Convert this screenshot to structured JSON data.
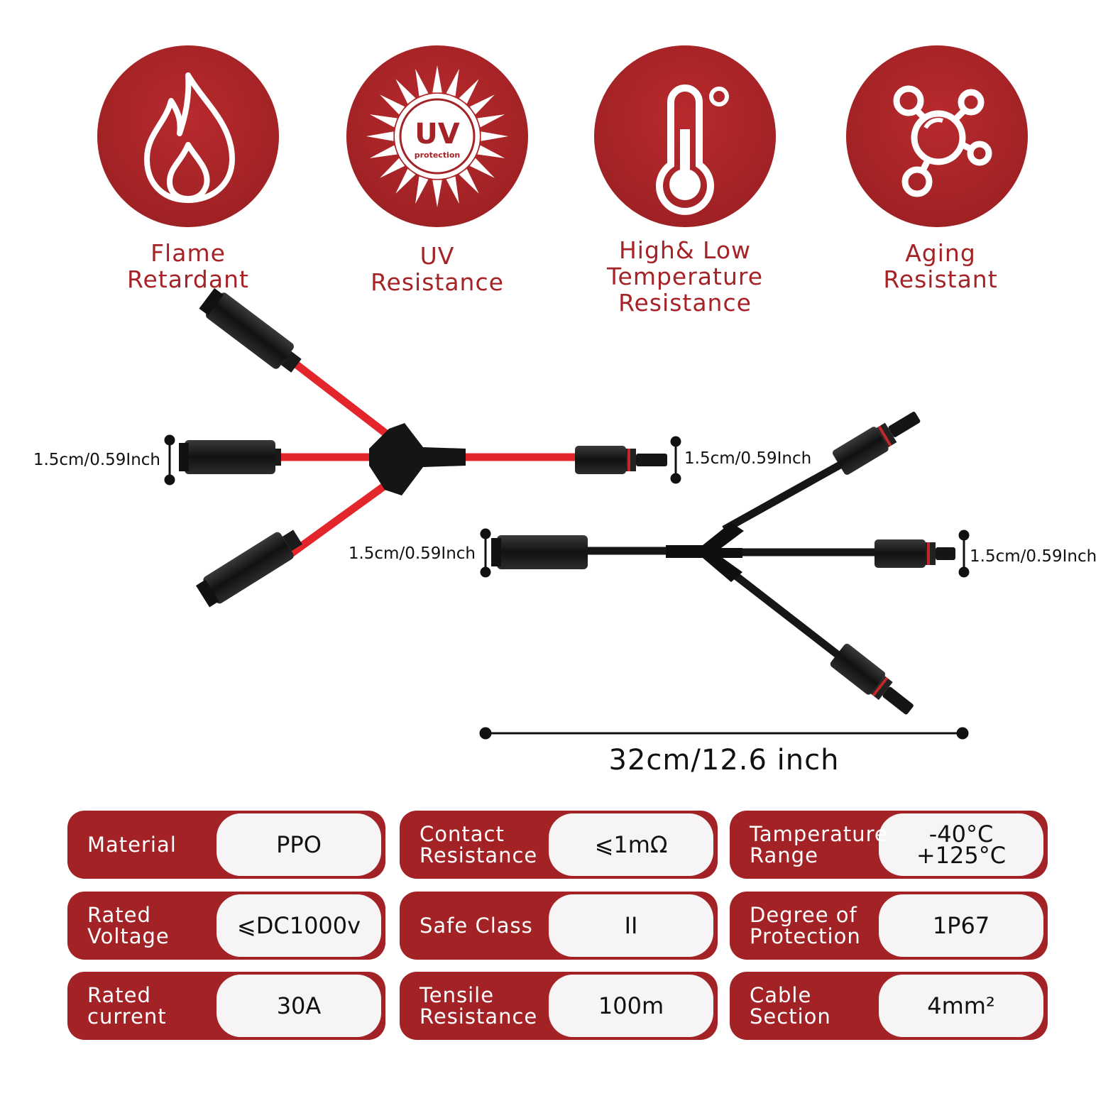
{
  "features": [
    {
      "icon": "flame-icon",
      "lines": [
        "Flame",
        "Retardant"
      ]
    },
    {
      "icon": "uv-sun-icon",
      "uv_text": "UV",
      "uv_sub": "protection",
      "lines": [
        "UV",
        "Resistance"
      ]
    },
    {
      "icon": "thermometer-icon",
      "lines": [
        "High& Low",
        "Temperature",
        "Resistance"
      ]
    },
    {
      "icon": "molecule-icon",
      "lines": [
        "Aging",
        "Resistant"
      ]
    }
  ],
  "dimensions": {
    "red_left": "1.5cm/0.59Inch",
    "red_right": "1.5cm/0.59Inch",
    "black_left": "1.5cm/0.59Inch",
    "black_right": "1.5cm/0.59Inch",
    "length": "32cm/12.6 inch"
  },
  "colors": {
    "brand_red": "#a22226",
    "cable_red": "#e3262b",
    "cable_black": "#1a1a1a"
  },
  "specs": [
    {
      "key": [
        "Material"
      ],
      "value": [
        "PPO"
      ]
    },
    {
      "key": [
        "Contact",
        "Resistance"
      ],
      "value": [
        "⩽1mΩ"
      ]
    },
    {
      "key": [
        "Tamperature",
        "Range"
      ],
      "value": [
        "-40°C",
        "+125°C"
      ]
    },
    {
      "key": [
        "Rated",
        "Voltage"
      ],
      "value": [
        "⩽DC1000v"
      ]
    },
    {
      "key": [
        "Safe Class"
      ],
      "value": [
        "II"
      ]
    },
    {
      "key": [
        "Degree of",
        "Protection"
      ],
      "value": [
        "1P67"
      ]
    },
    {
      "key": [
        "Rated",
        "current"
      ],
      "value": [
        "30A"
      ]
    },
    {
      "key": [
        "Tensile",
        "Resistance"
      ],
      "value": [
        "100m"
      ]
    },
    {
      "key": [
        "Cable",
        "Section"
      ],
      "value": [
        "4mm²"
      ]
    }
  ]
}
